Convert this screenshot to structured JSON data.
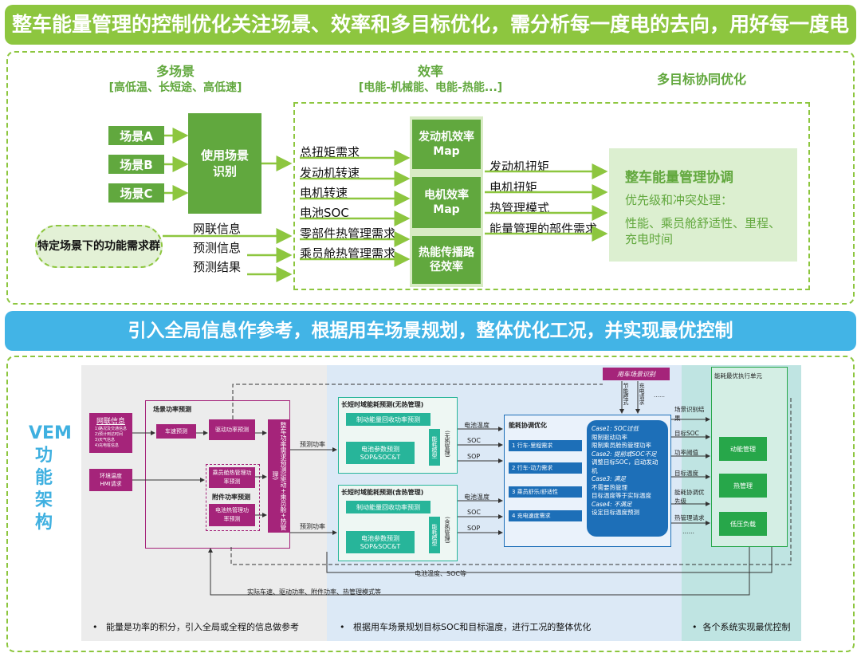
{
  "top_banner": "整车能量管理的控制优化关注场景、效率和多目标优化，需分析每一度电的去向，用好每一度电",
  "headers": {
    "scenes_title": "多场景",
    "scenes_sub": "[高低温、长短途、高低速]",
    "eff_title": "效率",
    "eff_sub": "[电能-机械能、电能-热能...]",
    "multi_title": "多目标协同优化"
  },
  "scenes": [
    "场景A",
    "场景B",
    "场景C"
  ],
  "identify": "使用场景识别",
  "cloud": "特定场景下的功能需求群",
  "inputs": [
    "网联信息",
    "预测信息",
    "预测结果"
  ],
  "demands": [
    "总扭矩需求",
    "发动机转速",
    "电机转速",
    "电池SOC",
    "零部件热管理需求",
    "乘员舱热管理需求"
  ],
  "maps": [
    "发动机效率Map",
    "电机效率Map",
    "热能传播路径效率"
  ],
  "outputs": [
    "发动机扭矩",
    "电机扭矩",
    "热管理模式",
    "能量管理的部件需求"
  ],
  "coord": {
    "title": "整车能量管理协调",
    "sub": "优先级和冲突处理：",
    "items": "性能、乘员舱舒适性、里程、充电时间"
  },
  "mid_banner": "引入全局信息作参考，根据用车场景规划，整体优化工况，并实现最优控制",
  "vem_label": "VEM功能架构",
  "arch": {
    "net_info": "网联信息",
    "net_items": [
      "1)路况及交通信息",
      "2)预计到达时间",
      "3)天气信息",
      "4)充电桩信息"
    ],
    "env": "环境温度\nHMI请求",
    "scene_power_pred": "场景功率预测",
    "vehicle_pred": "车速预测",
    "drive_power": "驱动功率预测",
    "cabin_power": "乘员舱热管理功率预测",
    "aux_power": "附件功率预测",
    "battery_thermal": "电池热管理功率预测",
    "total_power": "整车功率需求预测(驱动+乘员舱+热管理)",
    "pred_power": "预测功率",
    "long_short_1": "长短时域能耗预测(无热管理)",
    "long_short_2": "长短时域能耗预测(含热管理)",
    "regen": "制动能量回收功率预测",
    "battery_param": "电池参数预测 SOP&SOC&T",
    "energy_model": "能耗模型",
    "no_heat": "(无热管理)",
    "with_heat": "(含热管理)",
    "battery_temp": "电池温度",
    "soc": "SOC",
    "sop": "SOP",
    "opt_title": "能耗协调优化",
    "opt_items": [
      "1  行车-里程需求",
      "2  行车-动力需求",
      "3  乘员舒乐/舒适性",
      "4  充电速度需求"
    ],
    "cases": [
      {
        "h": "Case1: SOC过低",
        "b": "限制驱动功率\n限制乘员舱热管理功率"
      },
      {
        "h": "Case2: 提前或SOC不足",
        "b": "调整目标SOC，启动发动机"
      },
      {
        "h": "Case3: 满足",
        "b": "不需要热管理\n目标温度等于实际温度"
      },
      {
        "h": "Case4: 不满足",
        "b": "设定目标温度预测"
      }
    ],
    "scene_recog": "用车场景识别",
    "eco_mode": "节能模式",
    "charge_req": "充电请求",
    "dots": "……",
    "exec_unit": "能耗最优执行单元",
    "targets": [
      "场景识别结果",
      "目标SOC",
      "功率阈值",
      "目标温度",
      "能耗协调优先级",
      "热管理请求",
      "……"
    ],
    "exec": [
      "动能管理",
      "热管理",
      "低压负载"
    ],
    "batt_soc_bottom": "电池温度、SOC等",
    "actual_bottom": "实际车速、驱动功率、附件功率、热管理模式等"
  },
  "bottom_notes": [
    "能量是功率的积分，引入全局或全程的信息做参考",
    "根据用车场景规划目标SOC和目标温度，进行工况的整体优化",
    "各个系统实现最优控制"
  ],
  "colors": {
    "green": "#8dc63f",
    "dark_green": "#61a83e",
    "blue": "#42b4e6",
    "magenta": "#a5247a",
    "teal": "#27b59a",
    "case_blue": "#1d6fb8"
  }
}
